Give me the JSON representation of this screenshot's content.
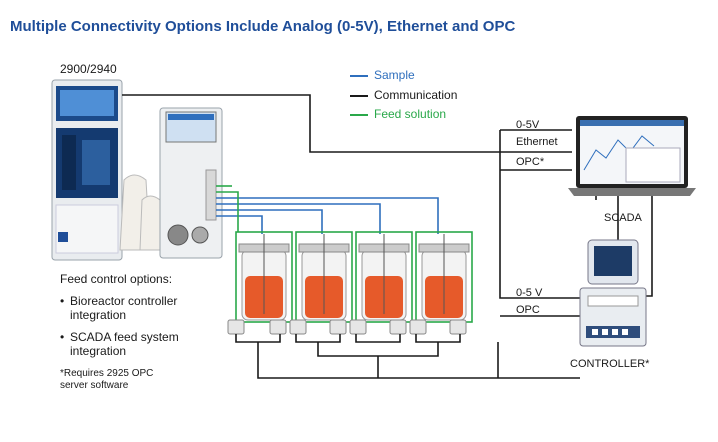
{
  "title": "Multiple Connectivity Options Include Analog (0-5V), Ethernet and OPC",
  "analyzer_model": "2900/2940",
  "legend": [
    {
      "label": "Sample",
      "color": "#2f6fbd"
    },
    {
      "label": "Communication",
      "color": "#1a1a1a"
    },
    {
      "label": "Feed solution",
      "color": "#2aa84a"
    }
  ],
  "scada": {
    "ports": [
      "0-5V",
      "Ethernet",
      "OPC*"
    ],
    "label": "SCADA"
  },
  "controller": {
    "ports": [
      "0-5 V",
      "OPC"
    ],
    "label": "CONTROLLER*"
  },
  "feed_options": {
    "title": "Feed control options:",
    "items": [
      "Bioreactor controller integration",
      "SCADA feed system integration"
    ],
    "footnote": "*Requires 2925 OPC server software"
  },
  "colors": {
    "sample": "#2f6fbd",
    "communication": "#1a1a1a",
    "feed": "#2aa84a",
    "title": "#1f4e99"
  },
  "icons": [
    "analyzer-instrument-icon",
    "feed-module-icon",
    "bioreactor-icon",
    "pump-icon",
    "laptop-icon",
    "controller-icon"
  ]
}
